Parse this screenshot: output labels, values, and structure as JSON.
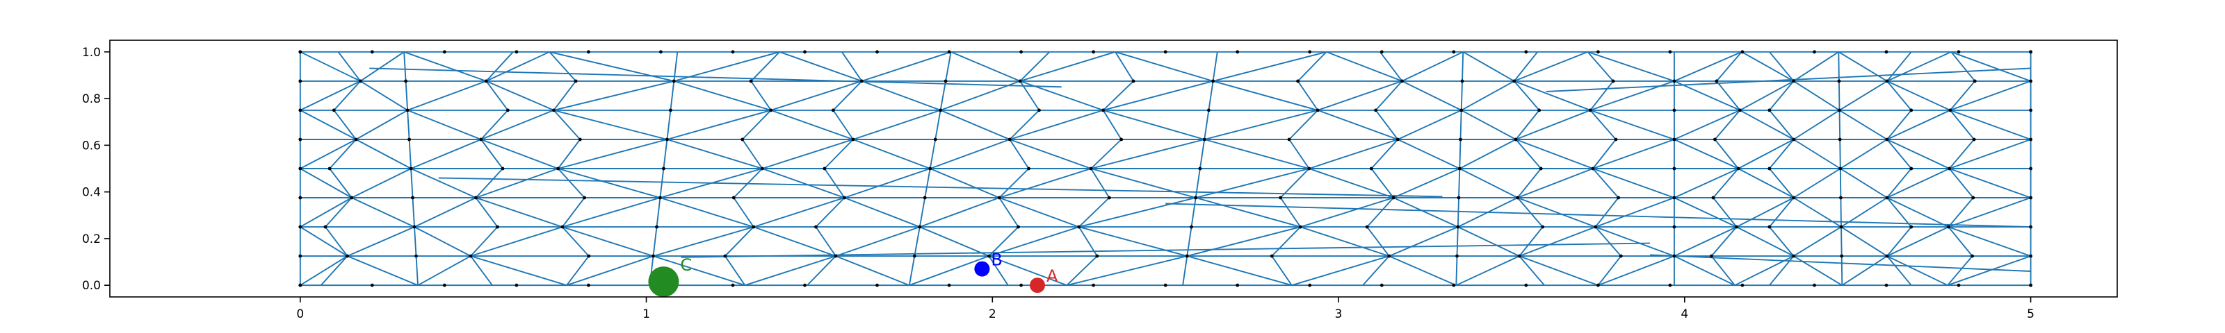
{
  "chart_data": {
    "type": "mesh",
    "title": "",
    "xlabel": "",
    "ylabel": "",
    "xlim": [
      -0.55,
      5.25
    ],
    "ylim": [
      -0.05,
      1.05
    ],
    "x_ticks": [
      0,
      1,
      2,
      3,
      4,
      5
    ],
    "x_tick_labels": [
      "0",
      "1",
      "2",
      "3",
      "4",
      "5"
    ],
    "y_ticks": [
      0.0,
      0.2,
      0.4,
      0.6,
      0.8,
      1.0
    ],
    "y_tick_labels": [
      "0.0",
      "0.2",
      "0.4",
      "0.6",
      "0.8",
      "1.0"
    ],
    "grid": false,
    "mesh_color": "#1f77b4",
    "node_color": "#000000",
    "mesh": {
      "top_x": [
        0,
        0.208,
        0.417,
        0.625,
        0.833,
        1.042,
        1.25,
        1.458,
        1.667,
        1.875,
        2.083,
        2.292,
        2.5,
        2.708,
        2.917,
        3.125,
        3.333,
        3.542,
        3.75,
        3.958,
        4.167,
        4.375,
        4.583,
        4.792,
        5
      ],
      "bottom_x": [
        0,
        0.208,
        0.417,
        0.625,
        0.833,
        1.042,
        1.25,
        1.458,
        1.667,
        1.875,
        2.083,
        2.292,
        2.5,
        2.708,
        2.917,
        3.125,
        3.333,
        3.542,
        3.75,
        3.958,
        4.167,
        4.375,
        4.583,
        4.792,
        5
      ],
      "side_y": [
        0,
        0.125,
        0.25,
        0.375,
        0.5,
        0.625,
        0.75,
        0.875,
        1.0
      ],
      "interior_columns": [
        {
          "base": 0.12,
          "lean": 0.05
        },
        {
          "base": 0.32,
          "lean": -0.04
        },
        {
          "base": 0.55,
          "lean": 0.06
        },
        {
          "base": 0.78,
          "lean": -0.05
        },
        {
          "base": 1.05,
          "lean": 0.08
        },
        {
          "base": 1.3,
          "lean": 0.1
        },
        {
          "base": 1.55,
          "lean": 0.1
        },
        {
          "base": 1.82,
          "lean": 0.12
        },
        {
          "base": 2.07,
          "lean": 0.12
        },
        {
          "base": 2.32,
          "lean": 0.14
        },
        {
          "base": 2.6,
          "lean": 0.1
        },
        {
          "base": 2.88,
          "lean": 0.1
        },
        {
          "base": 3.13,
          "lean": 0.05
        },
        {
          "base": 3.35,
          "lean": 0.02
        },
        {
          "base": 3.55,
          "lean": -0.02
        },
        {
          "base": 3.77,
          "lean": -0.03
        },
        {
          "base": 3.97,
          "lean": 0.0
        },
        {
          "base": 4.12,
          "lean": 0.02
        },
        {
          "base": 4.28,
          "lean": 0.0
        },
        {
          "base": 4.45,
          "lean": -0.01
        },
        {
          "base": 4.62,
          "lean": 0.0
        },
        {
          "base": 4.8,
          "lean": 0.01
        }
      ]
    },
    "points": [
      {
        "label": "A",
        "x": 2.13,
        "y": 0.0,
        "color": "#d62728",
        "size": 11
      },
      {
        "label": "B",
        "x": 1.97,
        "y": 0.07,
        "color": "#0000ff",
        "size": 11
      },
      {
        "label": "C",
        "x": 1.05,
        "y": 0.015,
        "color": "#228b22",
        "size": 22
      }
    ]
  }
}
